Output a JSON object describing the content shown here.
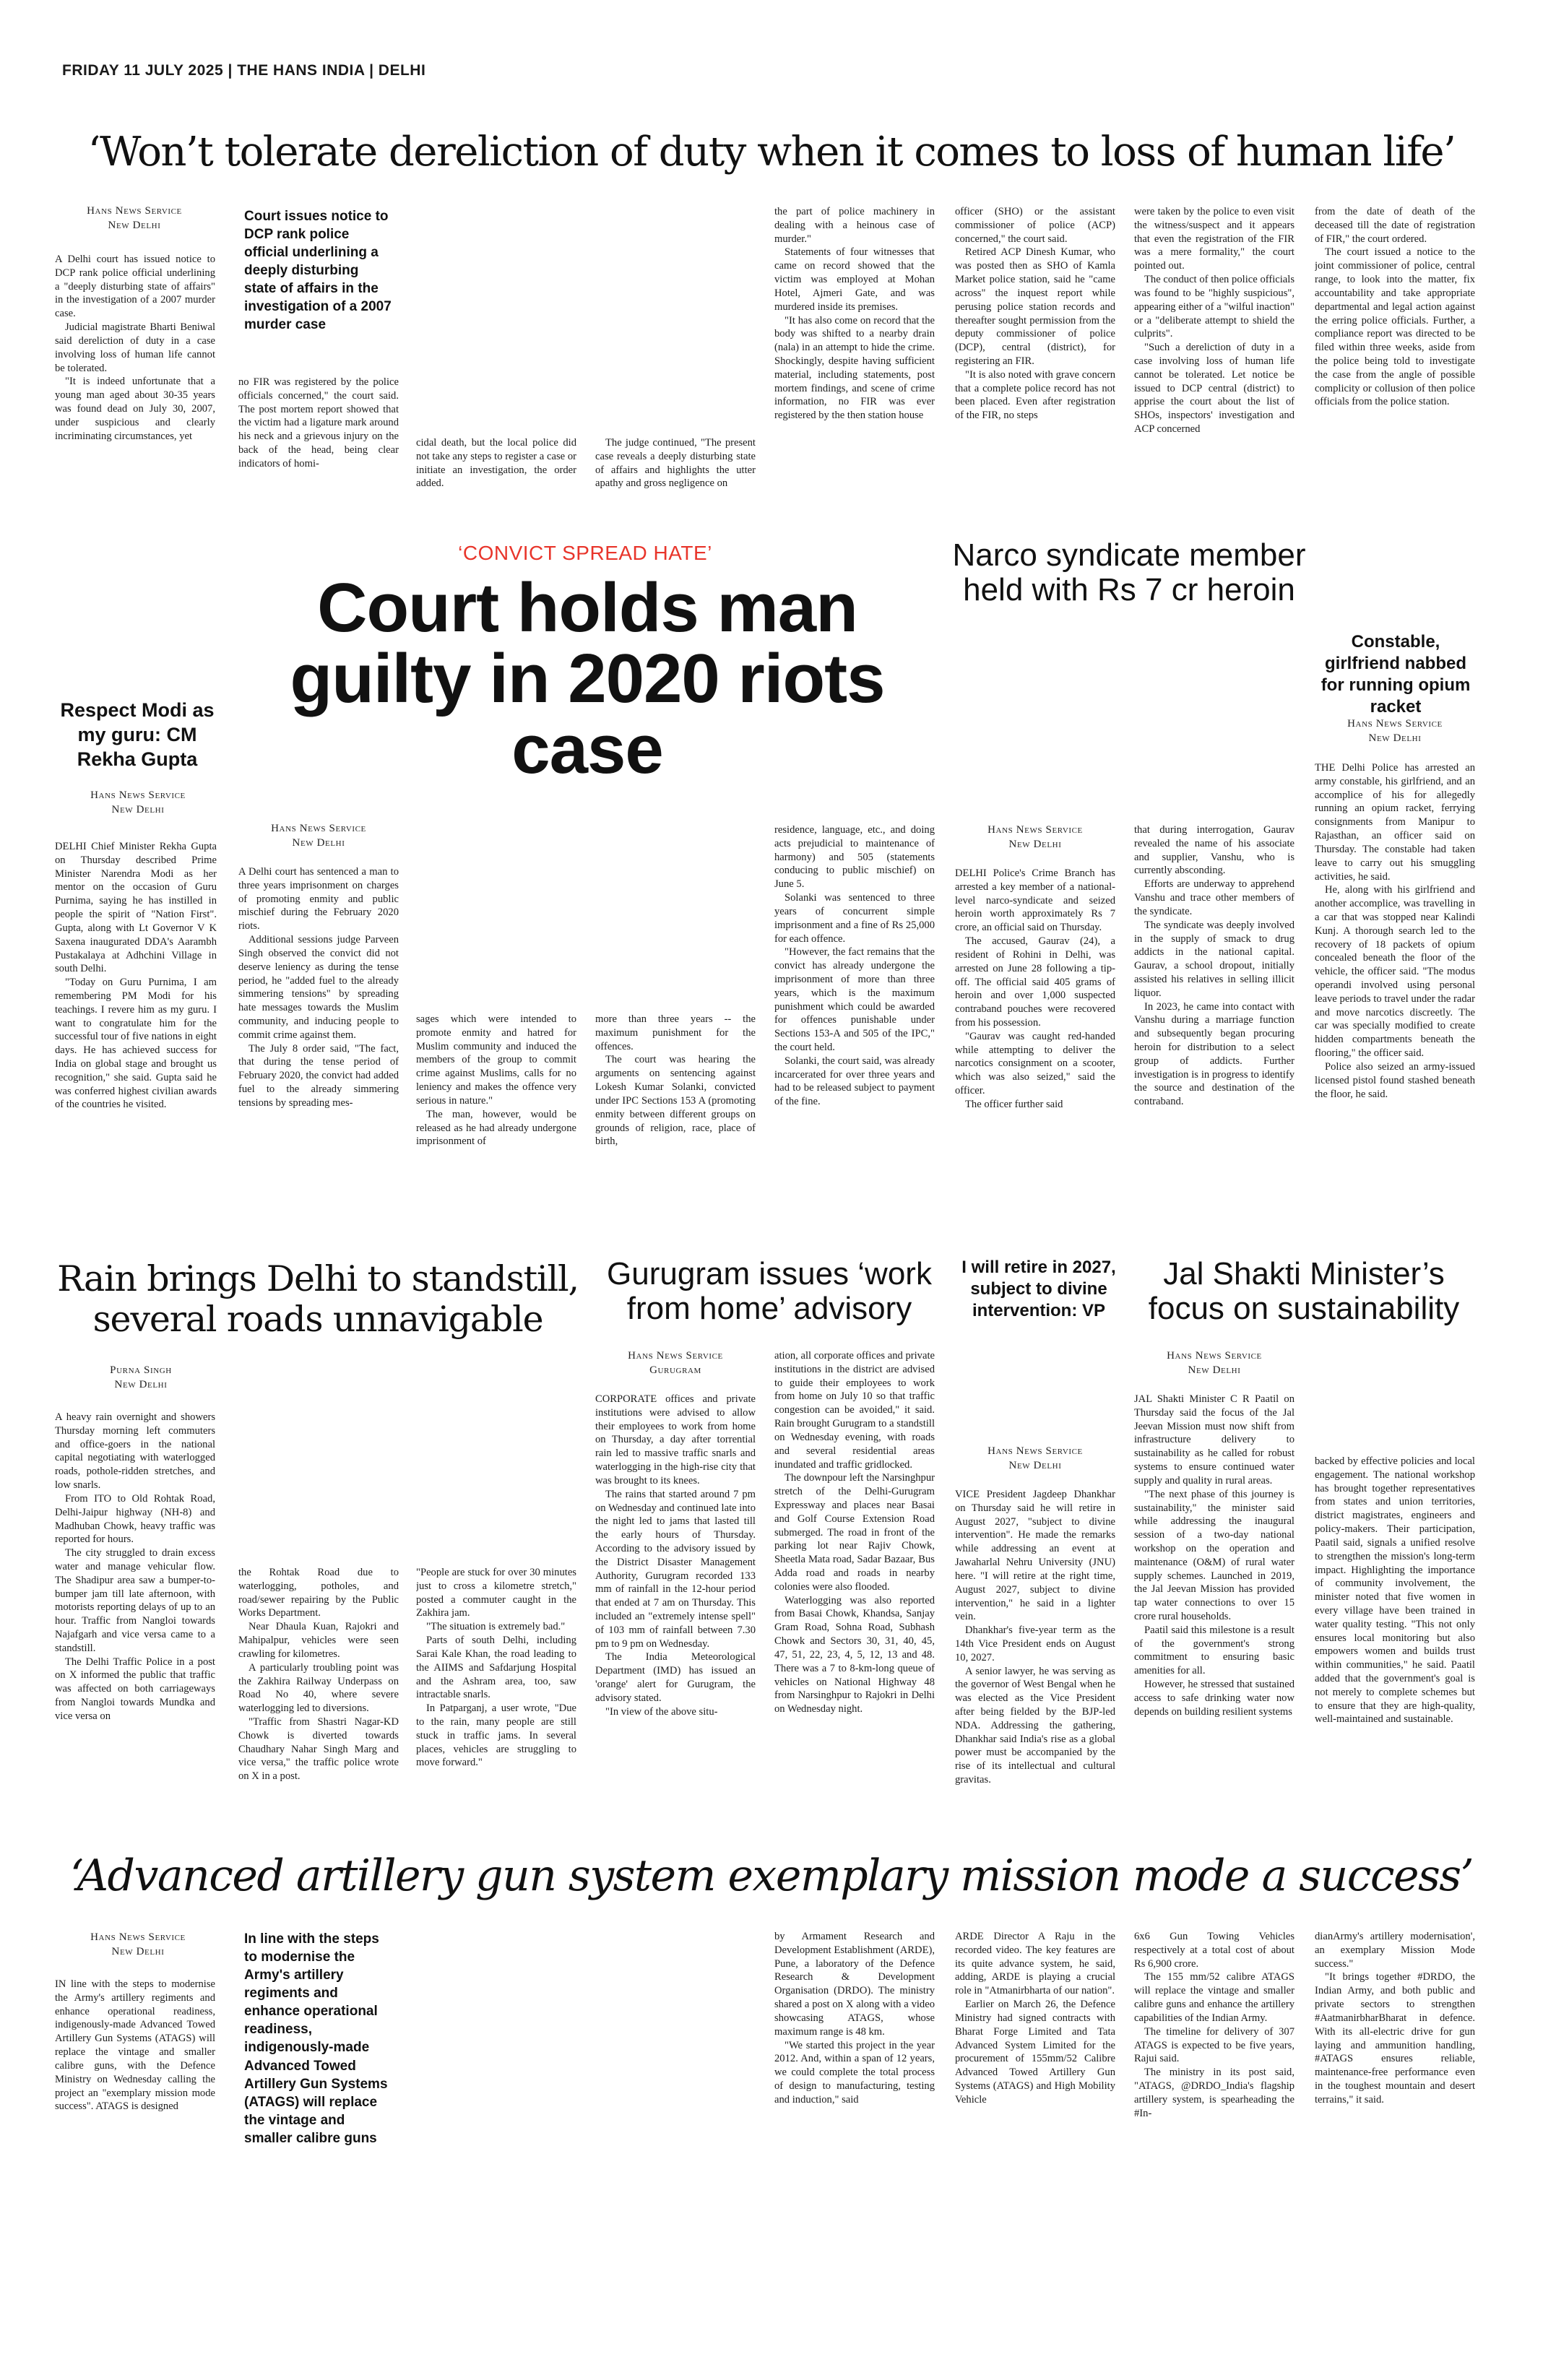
{
  "folio": "FRIDAY  11  JULY 2025  |  THE HANS INDIA  |  DELHI",
  "story1": {
    "headline": "‘Won’t tolerate dereliction of duty when it comes to loss of human life’",
    "byline": "Hans News Service",
    "place": "New Delhi",
    "pullquote": "Court issues notice to DCP rank police official underlining a deeply disturbing state of affairs in the investigation of a 2007 murder case",
    "col1": [
      "A Delhi court has issued notice to DCP rank police official underlining a \"deeply disturbing state of affairs\" in the investigation of a 2007 murder case.",
      "Judicial magistrate Bharti Beniwal said dereliction of duty in a case involving loss of human life cannot be tolerated.",
      "\"It is indeed unfortunate that a young man aged about 30-35 years was found dead on July 30, 2007, under suspicious and clearly incriminating circumstances, yet"
    ],
    "col2": "no FIR was registered by the police officials concerned,\" the court said. The post mortem report showed that the victim had a ligature mark around his neck and a grievous injury on the back of the head, being clear indicators of homi-",
    "col3": "cidal death, but the local police did not take any steps to register a case or initiate an investigation, the order added.",
    "col4": "The judge continued, \"The present case reveals a deeply disturbing state of affairs and highlights the utter apathy and gross negligence on",
    "col5": [
      "the part of police machinery in dealing with a heinous case of murder.\"",
      "Statements of four witnesses that came on record showed that the victim was employed at Mohan Hotel, Ajmeri Gate, and was murdered inside its premises.",
      "\"It has also come on record that the body was shifted to a nearby drain (nala) in an attempt to hide the crime. Shockingly, despite having sufficient material, including statements, post mortem findings, and scene of crime information, no FIR was ever registered by the then station house"
    ],
    "col6": [
      "officer (SHO) or the assistant commissioner of police (ACP) concerned,\" the court said.",
      "Retired ACP Dinesh Kumar, who was posted then as SHO of Kamla Market police station, said he \"came across\" the inquest report while perusing police station records and thereafter sought permission from the deputy commissioner of police (DCP), central (district), for registering an FIR.",
      "\"It is also noted with grave concern that a complete police record has not been placed. Even after registration of the FIR, no steps"
    ],
    "col7": [
      "were taken by the police to even visit the witness/suspect and it appears that even the registration of the FIR was a mere formality,\" the court pointed out.",
      "The conduct of then police officials was found to be \"highly suspicious\", appearing either of a \"wilful inaction\" or a \"deliberate attempt to shield the culprits\".",
      "\"Such a dereliction of duty in a case involving loss of human life cannot be tolerated. Let notice be issued to DCP central (district) to apprise the court about the list of SHOs, inspectors' investigation and ACP concerned"
    ],
    "col8": [
      "from the date of death of the deceased till the date of registration of FIR,\" the court ordered.",
      "The court issued a notice to the joint commissioner of police, central range, to look into the matter, fix accountability and take appropriate departmental and legal action against the erring police officials. Further, a compliance report was directed to be filed within three weeks, aside from the police being told to investigate the case from the angle of possible complicity or collusion of then police officials from the police station."
    ]
  },
  "story2": {
    "headline": "Respect Modi as my guru: CM Rekha Gupta",
    "byline": "Hans News Service",
    "place": "New Delhi",
    "body": [
      "DELHI Chief Minister Rekha Gupta on Thursday described Prime Minister Narendra Modi as her mentor on the occasion of Guru Purnima, saying he has instilled in people the spirit of \"Nation First\". Gupta, along with Lt Governor V K Saxena inaugurated DDA's Aarambh Pustakalaya at Adhchini Village in south Delhi.",
      "\"Today on Guru Purnima, I am remembering PM Modi for his teachings. I revere him as my guru. I want to congratulate him for the successful tour of five nations in eight days. He has achieved success for India on global stage and brought us recognition,\" she said. Gupta said he was conferred highest civilian awards of the countries he visited."
    ]
  },
  "story3": {
    "kicker": "‘CONVICT SPREAD HATE’",
    "headline": "Court holds man guilty in 2020 riots case",
    "byline": "Hans News Service",
    "place": "New Delhi",
    "col1": [
      "A Delhi court has sentenced a man to three years imprisonment on charges of promoting enmity and public mischief during the February 2020 riots.",
      "Additional sessions judge Parveen Singh observed the convict did not deserve leniency as during the tense period, he \"added fuel to the already simmering tensions\" by spreading hate messages towards the Muslim community, and inducing people to commit crime against them.",
      "The July 8 order said, \"The fact, that during the tense period of February 2020, the convict had added fuel to the already simmering tensions by spreading mes-"
    ],
    "col2": [
      "sages which were intended to promote enmity and hatred for Muslim community and induced the members of the group to commit crime against Muslims, calls for no leniency and makes the offence very serious in nature.\"",
      "The man, however, would be released as he had already undergone imprisonment of"
    ],
    "col3": [
      "more than three years -- the maximum punishment for the offences.",
      "The court was hearing the arguments on sentencing against Lokesh Kumar Solanki, convicted under IPC Sections 153 A (promoting enmity between different groups on grounds of religion, race, place of birth,"
    ],
    "col4": [
      "residence, language, etc., and doing acts prejudicial to maintenance of harmony) and 505 (statements conducing to public mischief) on June 5.",
      "Solanki was sentenced to three years of concurrent simple imprisonment and a fine of Rs 25,000 for each offence.",
      "\"However, the fact remains that the convict has already undergone the imprisonment of more than three years, which is the maximum punishment which could be awarded for offences punishable under Sections 153-A and 505 of the IPC,\" the court held.",
      "Solanki, the court said, was already incarcerated for over three years and had to be released subject to payment of the fine."
    ]
  },
  "story4": {
    "headline": "Narco syndicate member held with Rs 7 cr heroin",
    "byline": "Hans News Service",
    "place": "New Delhi",
    "col1": [
      "DELHI Police's Crime Branch has arrested a key member of a national-level narco-syndicate and seized heroin worth approximately Rs 7 crore, an official said on Thursday.",
      "The accused, Gaurav (24), a resident of Rohini in Delhi, was arrested on June 28 following a tip-off. The official said 405 grams of heroin and over 1,000 suspected contraband pouches were recovered from his possession.",
      "\"Gaurav was caught red-handed while attempting to deliver the narcotics consignment on a scooter, which was also seized,\" said the officer.",
      "The officer further said"
    ],
    "col2": [
      "that during interrogation, Gaurav revealed the name of his associate and supplier, Vanshu, who is currently absconding.",
      "Efforts are underway to apprehend Vanshu and trace other members of the syndicate.",
      "The syndicate was deeply involved in the supply of smack to drug addicts in the national capital. Gaurav, a school dropout, initially assisted his relatives in selling illicit liquor.",
      "In 2023, he came into contact with Vanshu during a marriage function and subsequently began procuring heroin for distribution to a select group of addicts. Further investigation is in progress to identify the source and destination of the contraband."
    ]
  },
  "story5": {
    "headline": "Constable, girlfriend nabbed for running opium racket",
    "byline": "Hans News Service",
    "place": "New Delhi",
    "body": [
      "THE Delhi Police has arrested an army constable, his girlfriend, and an accomplice of his for allegedly running an opium racket, ferrying consignments from Manipur to Rajasthan, an officer said on Thursday. The constable had taken leave to carry out his smuggling activities, he said.",
      "He, along with his girlfriend and another accomplice, was travelling in a car that was stopped near Kalindi Kunj. A thorough search led to the recovery of 18 packets of opium concealed beneath the floor of the vehicle, the officer said. \"The modus operandi involved using personal leave periods to travel under the radar and move narcotics discreetly. The car was specially modified to create hidden compartments beneath the flooring,\" the officer said.",
      "Police also seized an army-issued licensed pistol found stashed beneath the floor, he said."
    ]
  },
  "story6": {
    "headline": "Rain brings Delhi to standstill, several roads unnavigable",
    "byline": "Purna Singh",
    "place": "New Delhi",
    "col1": [
      "A heavy rain overnight and showers Thursday morning left commuters and office-goers in the national capital negotiating with waterlogged roads, pothole-ridden stretches, and low snarls.",
      "From ITO to Old Rohtak Road, Delhi-Jaipur highway (NH-8) and Madhuban Chowk, heavy traffic was reported for hours.",
      "The city struggled to drain excess water and manage vehicular flow. The Shadipur area saw a bumper-to-bumper jam till late afternoon, with motorists reporting delays of up to an hour. Traffic from Nangloi towards Najafgarh and vice versa came to a standstill.",
      "The Delhi Traffic Police in a post on X informed the public that traffic was affected on both carriageways from Nangloi towards Mundka and vice versa on"
    ],
    "col2": [
      "the Rohtak Road due to waterlogging, potholes, and road/sewer repairing by the Public Works Department.",
      "Near Dhaula Kuan, Rajokri and Mahipalpur, vehicles were seen crawling for kilometres.",
      "A particularly troubling point was the Zakhira Railway Underpass on Road No 40, where severe waterlogging led to diversions.",
      "\"Traffic from Shastri Nagar-KD Chowk is diverted towards Chaudhary Nahar Singh Marg and vice versa,\" the traffic police wrote on X in a post."
    ],
    "col3": [
      "\"People are stuck for over 30 minutes just to cross a kilometre stretch,\" posted a commuter caught in the Zakhira jam.",
      "\"The situation is extremely bad.\"",
      "Parts of south Delhi, including Sarai Kale Khan, the road leading to the AIIMS and Safdarjung Hospital and the Ashram area, too, saw intractable snarls.",
      "In Patparganj, a user wrote, \"Due to the rain, many people are still stuck in traffic jams. In several places, vehicles are struggling to move forward.\""
    ]
  },
  "story7": {
    "headline": "Gurugram issues ‘work from home’ advisory",
    "byline": "Hans News Service",
    "place": "Gurugram",
    "col1": [
      "CORPORATE offices and private institutions were advised to allow their employees to work from home on Thursday, a day after torrential rain led to massive traffic snarls and waterlogging in the high-rise city that was brought to its knees.",
      "The rains that started around 7 pm on Wednesday and continued late into the night led to jams that lasted till the early hours of Thursday. According to the advisory issued by the District Disaster Management Authority, Gurugram recorded 133 mm of rainfall in the 12-hour period that ended at 7 am on Thursday. This included an \"extremely intense spell\" of 103 mm of rainfall between 7.30 pm to 9 pm on Wednesday.",
      "The India Meteorological Department (IMD) has issued an 'orange' alert for Gurugram, the advisory stated.",
      "\"In view of the above situ-"
    ],
    "col2": [
      "ation, all corporate offices and private institutions in the district are advised to guide their employees to work from home on July 10 so that traffic congestion can be avoided,\" it said. Rain brought Gurugram to a standstill on Wednesday evening, with roads and several residential areas inundated and traffic gridlocked.",
      "The downpour left the Narsinghpur stretch of the Delhi-Gurugram Expressway and places near Basai and Golf Course Extension Road submerged. The road in front of the parking lot near Rajiv Chowk, Sheetla Mata road, Sadar Bazaar, Bus Adda road and roads in nearby colonies were also flooded.",
      "Waterlogging was also reported from Basai Chowk, Khandsa, Sanjay Gram Road, Sohna Road, Subhash Chowk and Sectors 30, 31, 40, 45, 47, 51, 22, 23, 4, 5, 12, 13 and 48. There was a 7 to 8-km-long queue of vehicles on National Highway 48 from Narsinghpur to Rajokri in Delhi on Wednesday night."
    ]
  },
  "story8": {
    "headline": "I will retire in 2027, subject to divine intervention: VP",
    "byline": "Hans News Service",
    "place": "New Delhi",
    "body": [
      "VICE President Jagdeep Dhankhar on Thursday said he will retire in August 2027, \"subject to divine intervention\". He made the remarks while addressing an event at Jawaharlal Nehru University (JNU) here. \"I will retire at the right time, August 2027, subject to divine intervention,\" he said in a lighter vein.",
      "Dhankhar's five-year term as the 14th Vice President ends on August 10, 2027.",
      "A senior lawyer, he was serving as the governor of West Bengal when he was elected as the Vice President after being fielded by the BJP-led NDA. Addressing the gathering, Dhankhar said India's rise as a global power must be accompanied by the rise of its intellectual and cultural gravitas."
    ]
  },
  "story9": {
    "headline": "Jal Shakti Minister’s focus on sustainability",
    "byline": "Hans News Service",
    "place": "New Delhi",
    "col1": [
      "JAL Shakti Minister C R Paatil on Thursday said the focus of the Jal Jeevan Mission must now shift from infrastructure delivery to sustainability as he called for robust systems to ensure continued water supply and quality in rural areas.",
      "\"The next phase of this journey is sustainability,\" the minister said while addressing the inaugural session of a two-day national workshop on the operation and maintenance (O&M) of rural water supply schemes. Launched in 2019, the Jal Jeevan Mission has provided tap water connections to over 15 crore rural households.",
      "Paatil said this milestone is a result of the government's strong commitment to ensuring basic amenities for all.",
      "However, he stressed that sustained access to safe drinking water now depends on building resilient systems"
    ],
    "col2": [
      "backed by effective policies and local engagement. The national workshop has brought together representatives from states and union territories, district magistrates, engineers and policy-makers. Their participation, Paatil said, signals a unified resolve to strengthen the mission's long-term impact. Highlighting the importance of community involvement, the minister noted that five women in every village have been trained in water quality testing. \"This not only ensures local monitoring but also empowers women and builds trust within communities,\" he said. Paatil added that the government's goal is not merely to complete schemes but to ensure that they are high-quality, well-maintained and sustainable."
    ]
  },
  "story10": {
    "headline": "‘Advanced artillery gun system exemplary mission mode a success’",
    "byline": "Hans News Service",
    "place": "New Delhi",
    "pullquote": "In line with the steps to modernise the Army's artillery regiments and enhance operational readiness, indigenously-made Advanced Towed Artillery Gun Systems (ATAGS) will replace the vintage and smaller calibre guns",
    "col1": "IN line with the steps to modernise the Army's artillery regiments and enhance operational readiness, indigenously-made Advanced Towed Artillery Gun Systems (ATAGS) will replace the vintage and smaller calibre guns, with the Defence Ministry on Wednesday calling the project an \"exemplary mission mode success\". ATAGS is designed",
    "col2": [
      "by Armament Research and Development Establishment (ARDE), Pune, a laboratory of the Defence Research & Development Organisation (DRDO). The ministry shared a post on X along with a video showcasing ATAGS, whose maximum range is 48 km.",
      "\"We started this project in the year 2012. And, within a span of 12 years, we could complete the total process of design to manufacturing, testing and induction,\" said"
    ],
    "col3": [
      "ARDE Director A Raju in the recorded video. The key features are its quite advance system, he said, adding, ARDE is playing a crucial role in \"Atmanirbharta of our nation\".",
      "Earlier on March 26, the Defence Ministry had signed contracts with Bharat Forge Limited and Tata Advanced System Limited for the procurement of 155mm/52 Calibre Advanced Towed Artillery Gun Systems (ATAGS) and High Mobility Vehicle"
    ],
    "col4": [
      "6x6 Gun Towing Vehicles respectively at a total cost of about Rs 6,900 crore.",
      "The 155 mm/52 calibre ATAGS will replace the vintage and smaller calibre guns and enhance the artillery capabilities of the Indian Army.",
      "The timeline for delivery of 307 ATAGS is expected to be five years, Rajui said.",
      "The ministry in its post said, \"ATAGS, @DRDO_India's flagship artillery system, is spearheading the #In-"
    ],
    "col5": [
      "dianArmy's artillery modernisation', an exemplary Mission Mode success.\"",
      "\"It brings together #DRDO, the Indian Army, and both public and private sectors to strengthen #AatmanirbharBharat in defence. With its all-electric drive for gun laying and ammunition handling, #ATAGS ensures reliable, maintenance-free performance even in the toughest mountain and desert terrains,\" it said."
    ]
  }
}
